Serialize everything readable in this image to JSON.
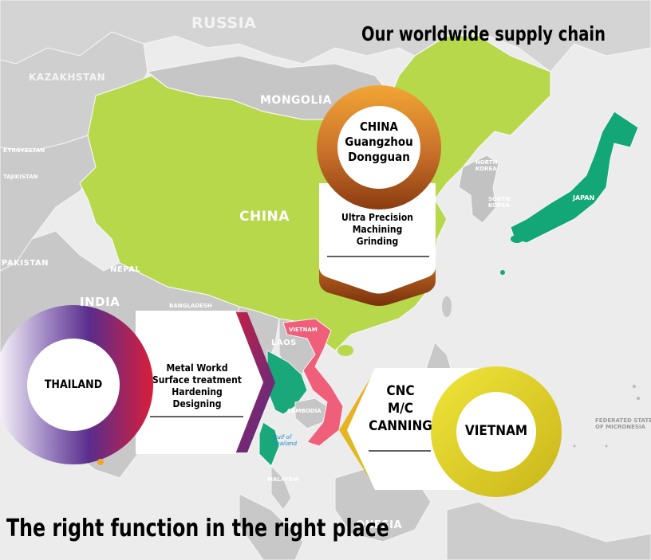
{
  "heading": "Our worldwide supply chain",
  "tagline": "The right function in the right place",
  "map_labels": {
    "russia": "RUSSIA",
    "kazakhstan": "KAZAKHSTAN",
    "mongolia": "MONGOLIA",
    "china": "CHINA",
    "kyrgyzstan": "KYRGYZSTAN",
    "tajikistan": "TAJIKISTAN",
    "pakistan": "PAKISTAN",
    "nepal": "NEPAL",
    "india": "INDIA",
    "bangladesh": "BANGLADESH",
    "laos": "LAOS",
    "vietnam": "VIETNAM",
    "cambodia": "CAMBODIA",
    "gulf": "Gulf of\nThailand",
    "japan": "JAPAN",
    "north_korea": "NORTH\nKOREA",
    "south_korea": "SOUTH\nKOREA",
    "malaysia": "MALAYSIA",
    "indonesia": "ONESIA",
    "micronesia": "FEDERATED STATES\nOF MICRONESIA"
  },
  "callouts": {
    "china": {
      "location": "CHINA\nGuangzhou\nDongguan",
      "functions": [
        "Ultra Precision",
        "Machining",
        "Grinding"
      ]
    },
    "thailand": {
      "location": "THAILAND",
      "functions": [
        "Metal Workd",
        "Surface treatment",
        "Hardening",
        "Designing"
      ]
    },
    "vietnam": {
      "location": "VIETNAM",
      "functions": [
        "CNC",
        "M/C",
        "CANNING"
      ]
    }
  },
  "colors": {
    "china_fill": "#b7d84a",
    "japan_fill": "#13a677",
    "vietnam_fill": "#ef5f7a",
    "thailand_fill": "#1aa87a",
    "land_gray": "#c9c9c9",
    "sea": "#ececec",
    "china_ring_top": "#f2a534",
    "china_ring_bottom": "#8a3b10",
    "thailand_ring_left": "#ffffff",
    "thailand_ring_mid": "#5a2d8c",
    "thailand_ring_right": "#d81e3a",
    "vietnam_ring": "#e6dc1e",
    "vietnam_ring_dark": "#c9a70f"
  }
}
